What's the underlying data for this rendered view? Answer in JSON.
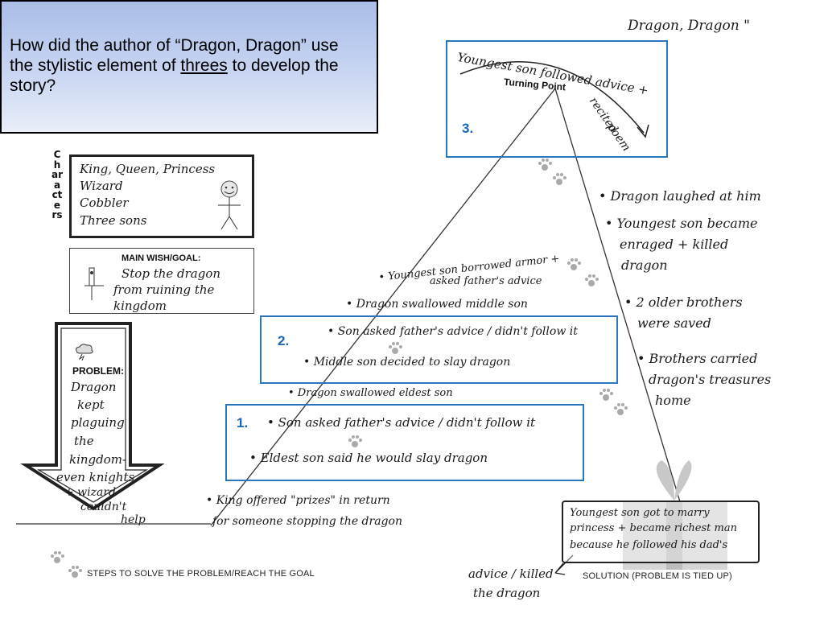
{
  "question": {
    "pre": "How did the author of “Dragon, Dragon” use the stylistic element of ",
    "underlined": "threes",
    "post": " to develop the story?"
  },
  "top_label": "Dragon, Dragon \"",
  "characters": {
    "vertical_label": "Characters",
    "list": [
      "King, Queen, Princess",
      "Wizard",
      "Cobbler",
      "Three sons"
    ]
  },
  "goal": {
    "title": "MAIN WISH/GOAL:",
    "line1": "Stop the dragon",
    "line2": "from ruining the",
    "line3": "kingdom"
  },
  "problem": {
    "title": "PROBLEM:",
    "lines": [
      "Dragon",
      "kept",
      "plaguing",
      "the",
      "kingdom-",
      "even knights",
      "+ wizard",
      "couldn't",
      "help"
    ]
  },
  "turning_point": {
    "label": "Turning Point",
    "arc_text": "Youngest son followed advice +",
    "arc_text2": "recited",
    "arc_text3": "poem"
  },
  "boxes": {
    "b1": {
      "num": "1.",
      "line1": "• Son asked father's advice / didn't follow it",
      "line2": "• Eldest son said he would slay dragon"
    },
    "b2": {
      "num": "2.",
      "line1": "• Son asked father's advice / didn't follow it",
      "line2": "• Middle son decided to slay dragon"
    },
    "b3": {
      "num": "3."
    }
  },
  "rising": {
    "king": "• King offered \"prizes\" in return",
    "king2": "for someone stopping the dragon",
    "eldest_swallowed": "• Dragon swallowed eldest son",
    "middle_swallowed": "• Dragon swallowed middle son",
    "youngest1": "• Youngest son borrowed armor +",
    "youngest2": "asked father's advice"
  },
  "falling": {
    "f1": "• Dragon laughed at him",
    "f2a": "• Youngest son became",
    "f2b": "enraged + killed",
    "f2c": "dragon",
    "f3a": "• 2 older brothers",
    "f3b": "were saved",
    "f4a": "• Brothers carried",
    "f4b": "dragon's treasures",
    "f4c": "home"
  },
  "solution": {
    "line1": "Youngest son got to marry",
    "line2": "princess + became richest man",
    "line3": "because he followed his dad's",
    "caption": "SOLUTION (PROBLEM IS TIED UP)"
  },
  "advice": {
    "line1": "advice / killed",
    "line2": "the dragon"
  },
  "steps_caption": "STEPS TO SOLVE THE PROBLEM/REACH THE GOAL"
}
